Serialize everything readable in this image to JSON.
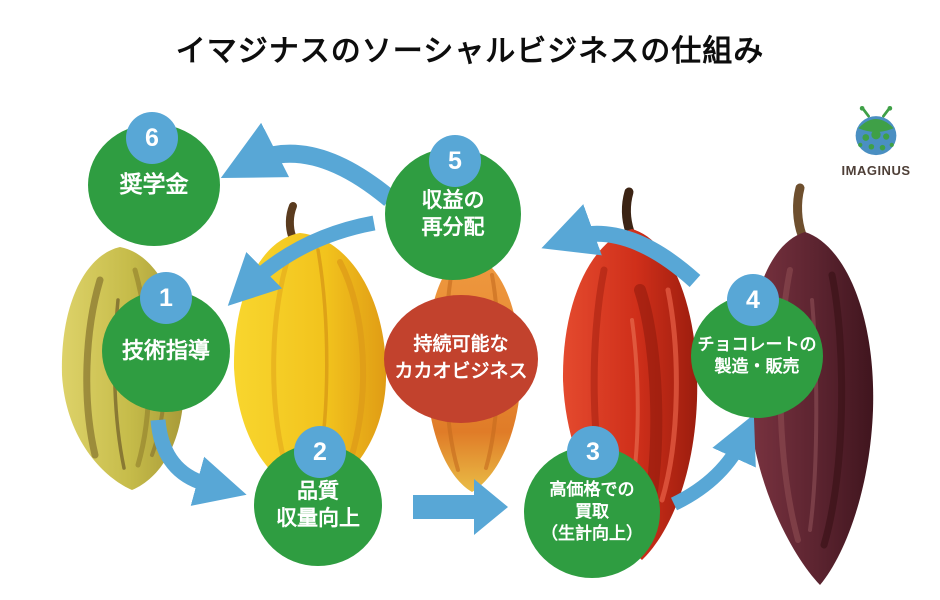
{
  "title": "イマジナスのソーシャルビジネスの仕組み",
  "logo": {
    "text": "IMAGINUS",
    "icon": "ladybug-icon"
  },
  "center": {
    "lines": [
      "持続可能な",
      "カカオビジネス"
    ],
    "color": "#c2422d"
  },
  "steps": [
    {
      "number": "1",
      "lines": [
        "技術指導"
      ]
    },
    {
      "number": "2",
      "lines": [
        "品質",
        "収量向上"
      ]
    },
    {
      "number": "3",
      "lines": [
        "高価格での",
        "買取",
        "（生計向上）"
      ]
    },
    {
      "number": "4",
      "lines": [
        "チョコレートの",
        "製造・販売"
      ]
    },
    {
      "number": "5",
      "lines": [
        "収益の",
        "再分配"
      ]
    },
    {
      "number": "6",
      "lines": [
        "奨学金"
      ]
    }
  ],
  "flow": [
    "1→2",
    "2→3",
    "3→4",
    "4→5",
    "5→6",
    "5→1"
  ],
  "colors": {
    "step_green": "#2f9d41",
    "badge_blue": "#58a7d6",
    "arrow_blue": "#58a7d6",
    "center_red": "#c2422d",
    "pod_yellow_green": "#c6bc4a",
    "pod_yellow": "#f2c31d",
    "pod_orange": "#e5863a",
    "pod_red": "#cf2f1a",
    "pod_maroon": "#5c2430"
  }
}
